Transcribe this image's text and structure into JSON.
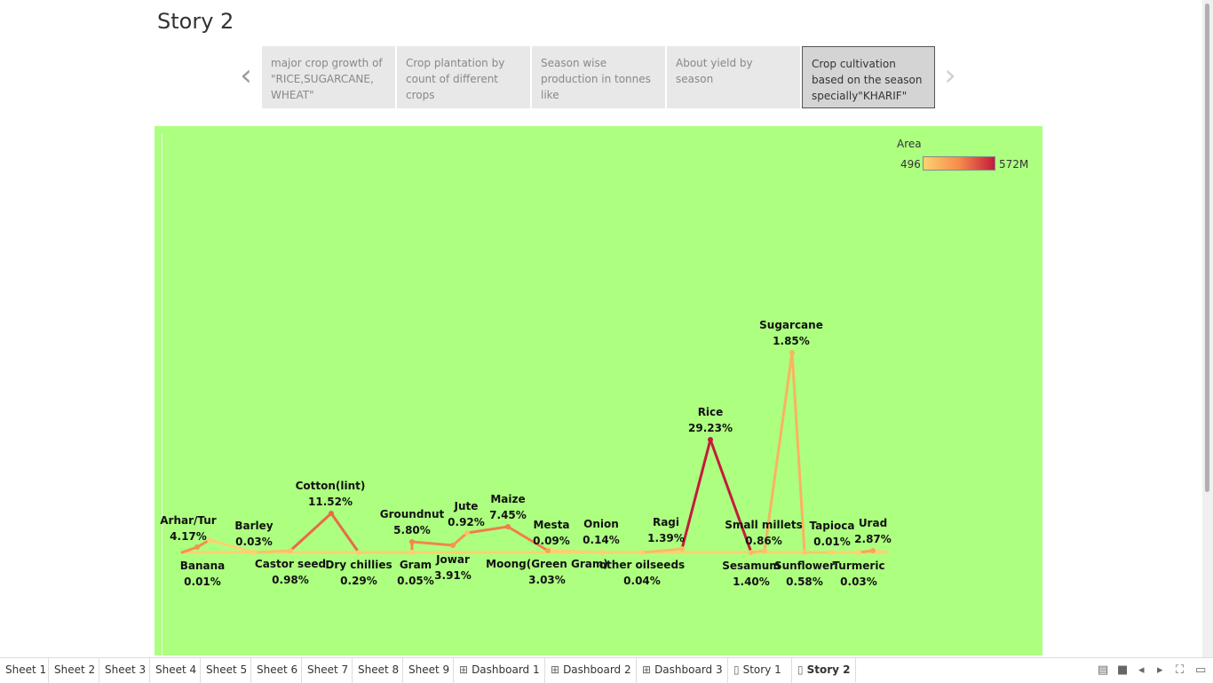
{
  "story": {
    "title": "Story 2"
  },
  "story_points": [
    {
      "label": "major crop growth of \"RICE,SUGARCANE, WHEAT\""
    },
    {
      "label": "Crop plantation by count of different crops"
    },
    {
      "label": "Season wise production in tonnes like"
    },
    {
      "label": "About yield by season"
    },
    {
      "label": "Crop cultivation based on the season specially\"KHARIF\""
    }
  ],
  "nav": {
    "prev_icon": "chevron-left-icon",
    "next_icon": "chevron-right-icon",
    "prev_glyph": "‹",
    "next_glyph": "›"
  },
  "legend": {
    "title": "Area",
    "min_label": "496",
    "max_label": "572M",
    "colors": [
      "#fcd170",
      "#f78b4c",
      "#c41b3c"
    ]
  },
  "chart_data": {
    "type": "line",
    "ylabel": "",
    "xlabel": "",
    "points": [
      {
        "name": "Arhar/Tur",
        "pct": "4.17%",
        "y": 4.17
      },
      {
        "name": "Banana",
        "pct": "0.01%",
        "y": 0.01
      },
      {
        "name": "Barley",
        "pct": "0.03%",
        "y": 0.03
      },
      {
        "name": "Castor seed",
        "pct": "0.98%",
        "y": 0.98
      },
      {
        "name": "Cotton(lint)",
        "pct": "11.52%",
        "y": 11.52
      },
      {
        "name": "Dry chillies",
        "pct": "0.29%",
        "y": 0.29
      },
      {
        "name": "Gram",
        "pct": "0.05%",
        "y": 0.05
      },
      {
        "name": "Groundnut",
        "pct": "5.80%",
        "y": 5.8
      },
      {
        "name": "Jowar",
        "pct": "3.91%",
        "y": 3.91
      },
      {
        "name": "Jute",
        "pct": "0.92%",
        "y": 0.92
      },
      {
        "name": "Maize",
        "pct": "7.45%",
        "y": 7.45
      },
      {
        "name": "Mesta",
        "pct": "0.09%",
        "y": 0.09
      },
      {
        "name": "Moong(Green Gram)",
        "pct": "3.03%",
        "y": 3.03
      },
      {
        "name": "Onion",
        "pct": "0.14%",
        "y": 0.14
      },
      {
        "name": "other oilseeds",
        "pct": "0.04%",
        "y": 0.04
      },
      {
        "name": "Ragi",
        "pct": "1.39%",
        "y": 1.39
      },
      {
        "name": "Rice",
        "pct": "29.23%",
        "y": 29.23
      },
      {
        "name": "Sesamum",
        "pct": "1.40%",
        "y": 1.4
      },
      {
        "name": "Small millets",
        "pct": "0.86%",
        "y": 0.86
      },
      {
        "name": "Sugarcane",
        "pct": "1.85%",
        "y": 1.85
      },
      {
        "name": "Sunflower",
        "pct": "0.58%",
        "y": 0.58
      },
      {
        "name": "Tapioca",
        "pct": "0.01%",
        "y": 0.01
      },
      {
        "name": "Turmeric",
        "pct": "0.03%",
        "y": 0.03
      },
      {
        "name": "Urad",
        "pct": "2.87%",
        "y": 2.87
      }
    ]
  },
  "tabs": [
    {
      "label": "Sheet 1",
      "icon": ""
    },
    {
      "label": "Sheet 2",
      "icon": ""
    },
    {
      "label": "Sheet 3",
      "icon": ""
    },
    {
      "label": "Sheet 4",
      "icon": ""
    },
    {
      "label": "Sheet 5",
      "icon": ""
    },
    {
      "label": "Sheet 6",
      "icon": ""
    },
    {
      "label": "Sheet 7",
      "icon": ""
    },
    {
      "label": "Sheet 8",
      "icon": ""
    },
    {
      "label": "Sheet 9",
      "icon": ""
    },
    {
      "label": "Dashboard 1",
      "icon": "dashboard-icon",
      "glyph": "⊞"
    },
    {
      "label": "Dashboard 2",
      "icon": "dashboard-icon",
      "glyph": "⊞"
    },
    {
      "label": "Dashboard 3",
      "icon": "dashboard-icon",
      "glyph": "⊞"
    },
    {
      "label": "Story 1",
      "icon": "story-icon",
      "glyph": "▯"
    },
    {
      "label": "Story 2",
      "icon": "story-icon",
      "glyph": "▯",
      "active": true
    }
  ],
  "bottom_controls": [
    {
      "icon": "sheet-sorter-icon",
      "glyph": "▤"
    },
    {
      "icon": "filmstrip-icon",
      "glyph": "■"
    },
    {
      "icon": "previous-sheet-icon",
      "glyph": "◂"
    },
    {
      "icon": "next-sheet-icon",
      "glyph": "▸"
    },
    {
      "icon": "fit-icon",
      "glyph": "⛶"
    },
    {
      "icon": "presentation-icon",
      "glyph": "▭"
    }
  ]
}
